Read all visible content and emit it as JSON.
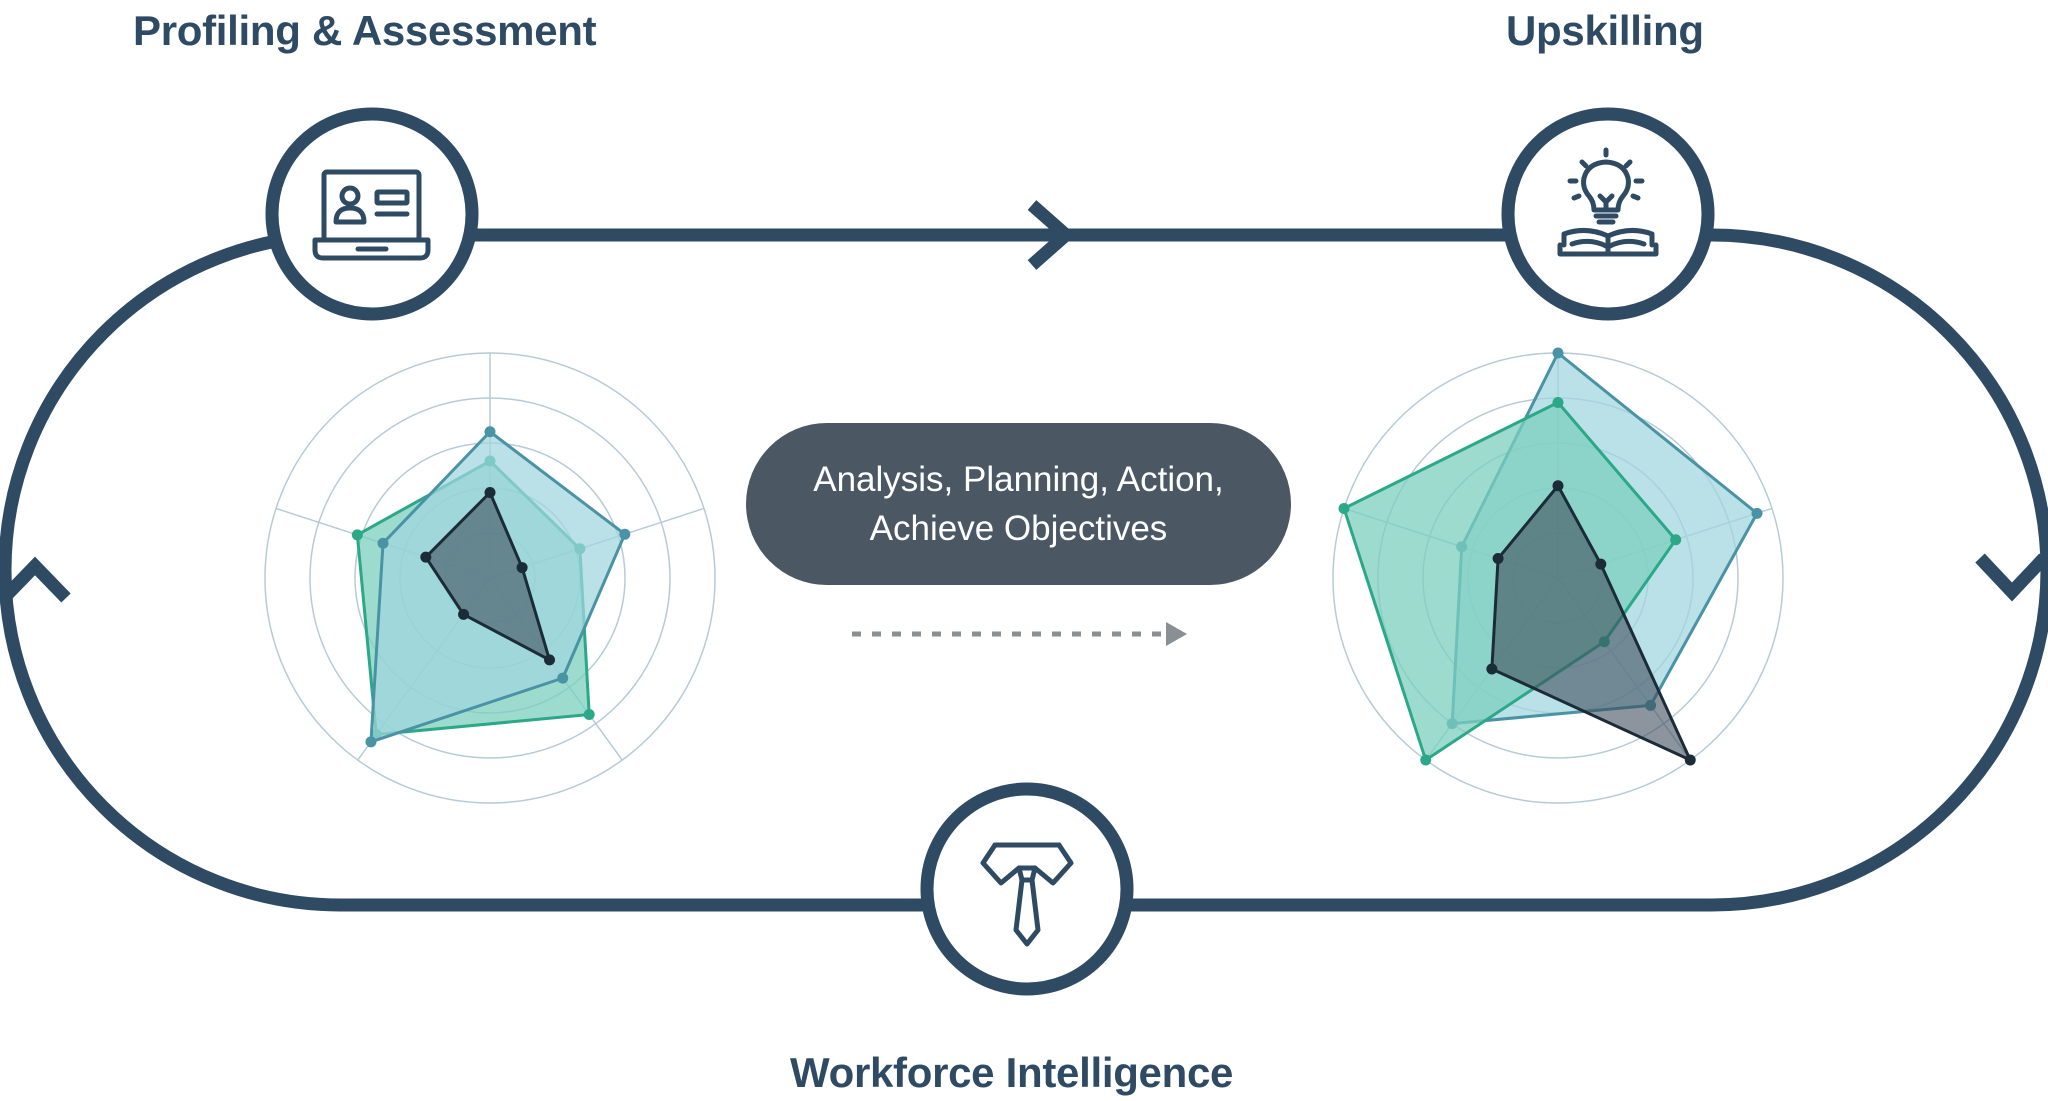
{
  "stages": {
    "profiling": {
      "label": "Profiling & Assessment",
      "icon": "laptop-profile-icon"
    },
    "upskilling": {
      "label": "Upskilling",
      "icon": "lightbulb-book-icon"
    },
    "workforce": {
      "label": "Workforce Intelligence",
      "icon": "shirt-tie-icon"
    }
  },
  "center_text": {
    "line1": "Analysis, Planning, Action,",
    "line2": "Achieve Objectives"
  },
  "colors": {
    "loop": "#2f4a63",
    "pill": "#4b5763",
    "text": "#2f4a63",
    "teal_fill": "#7ccfbf",
    "teal_stroke": "#2ba888",
    "blue_fill": "#9fd6de",
    "blue_stroke": "#4a93a4",
    "dark_fill": "#3f4f5d",
    "dark_stroke": "#1c2b38",
    "grid": "#b7cbd6",
    "dotted_arrow": "#8a8f94"
  },
  "radar_before": {
    "axes": 5,
    "rings": 5,
    "series": [
      {
        "color": "teal",
        "values": [
          0.52,
          0.42,
          0.75,
          0.86,
          0.62
        ]
      },
      {
        "color": "blue",
        "values": [
          0.65,
          0.63,
          0.55,
          0.9,
          0.5
        ]
      },
      {
        "color": "dark",
        "values": [
          0.38,
          0.15,
          0.45,
          0.2,
          0.3
        ]
      }
    ]
  },
  "radar_after": {
    "axes": 5,
    "rings": 5,
    "series": [
      {
        "color": "blue",
        "values": [
          1.0,
          0.93,
          0.7,
          0.8,
          0.45
        ]
      },
      {
        "color": "teal",
        "values": [
          0.78,
          0.55,
          0.35,
          1.0,
          1.0
        ]
      },
      {
        "color": "dark",
        "values": [
          0.41,
          0.2,
          1.0,
          0.5,
          0.28
        ]
      }
    ]
  }
}
